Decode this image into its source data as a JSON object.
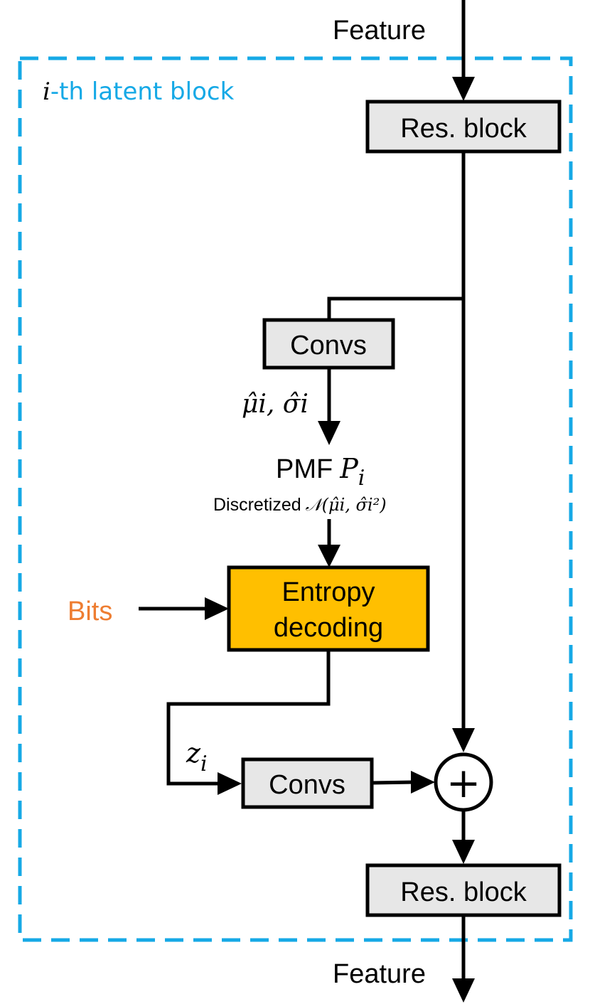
{
  "colors": {
    "dashed_border": "#16a9e6",
    "block_label": "#16a9e6",
    "bits_label": "#ee7d31",
    "gray_box": "#e7e7e7",
    "entropy_box": "#ffbf00",
    "stroke": "#000000"
  },
  "labels": {
    "feature_in": "Feature",
    "feature_out": "Feature",
    "block_title_var": "i",
    "block_title_rest": "-th latent block",
    "res_block_top": "Res. block",
    "res_block_bottom": "Res. block",
    "convs_top": "Convs",
    "convs_bottom": "Convs",
    "params": "μ̂i, σ̂i",
    "pmf": "PMF",
    "pmf_var": "P",
    "pmf_sub": "i",
    "discretized": "Discretized",
    "normal_expr": "𝒩(μ̂i, σ̂i²)",
    "entropy_line1": "Entropy",
    "entropy_line2": "decoding",
    "bits": "Bits",
    "z_var": "z",
    "z_sub": "i",
    "plus_symbol": "+"
  }
}
